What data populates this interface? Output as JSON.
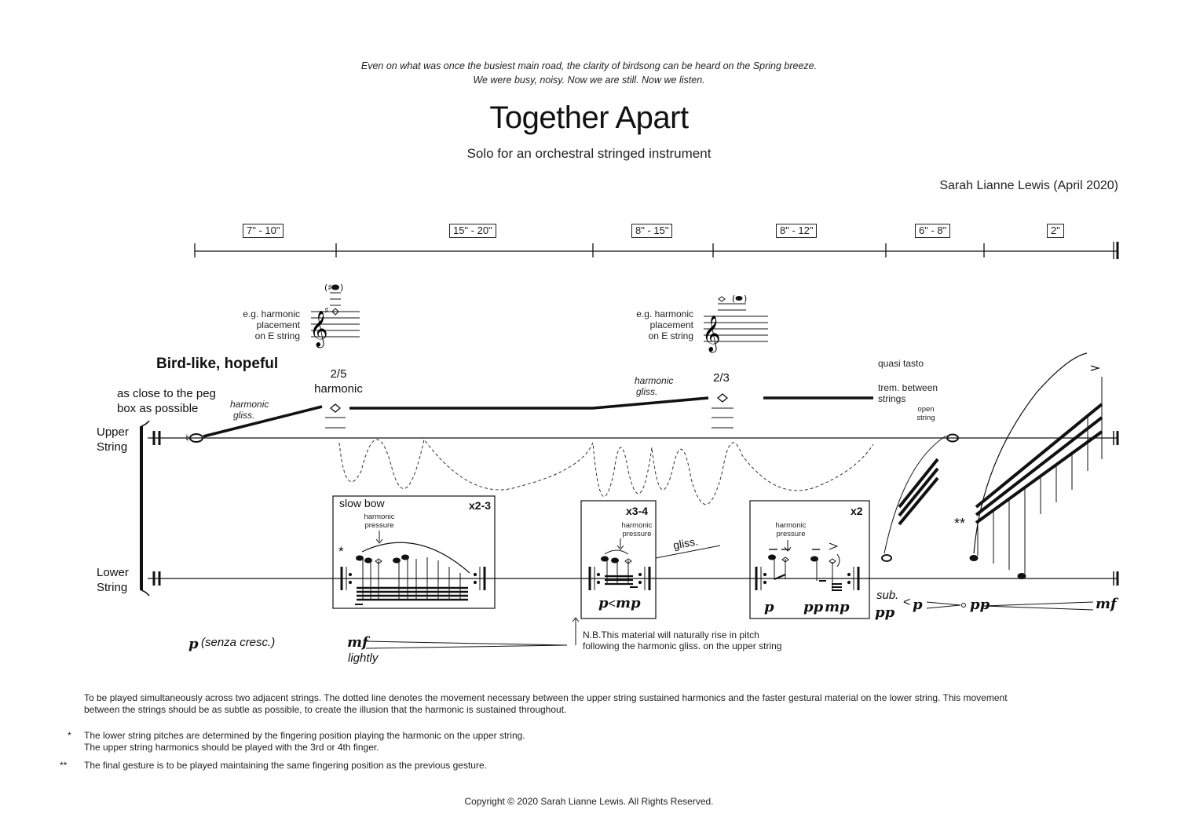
{
  "epigraph": {
    "line1": "Even on what was once the busiest main road, the clarity of birdsong can be heard on the Spring breeze.",
    "line2": "We were busy, noisy.  Now we are still.  Now we listen."
  },
  "title": "Together Apart",
  "subtitle": "Solo for an orchestral stringed instrument",
  "composer": "Sarah Lianne Lewis (April 2020)",
  "durations": [
    "7\" - 10\"",
    "15\" - 20\"",
    "8\" - 15\"",
    "8\" - 12\"",
    "6\" - 8\"",
    "2\""
  ],
  "harmonic_example": {
    "line1": "e.g. harmonic",
    "line2": "placement",
    "line3": "on E string"
  },
  "tempo_marking": "Bird-like, hopeful",
  "peg_instruction": {
    "line1": "as close to the peg",
    "line2": "box as possible"
  },
  "harmonic_gliss": {
    "line1": "harmonic",
    "line2": "gliss."
  },
  "harmonic_25": {
    "ratio": "2/5",
    "word": "harmonic"
  },
  "harmonic_23": "2/3",
  "quasi_tasto": "quasi tasto",
  "trem": {
    "line1": "trem. between",
    "line2": "strings"
  },
  "open_string": {
    "line1": "open",
    "line2": "string"
  },
  "staff_labels": {
    "upper": {
      "line1": "Upper",
      "line2": "String"
    },
    "lower": {
      "line1": "Lower",
      "line2": "String"
    }
  },
  "box1": {
    "title": "slow bow",
    "repeat": "x2-3",
    "pressure1": "harmonic",
    "pressure2": "pressure",
    "asterisk": "*"
  },
  "box2": {
    "repeat": "x3-4",
    "pressure1": "harmonic",
    "pressure2": "pressure",
    "dyn1": "p",
    "cresc": "<",
    "dyn2": "mp"
  },
  "gliss": "gliss.",
  "box3": {
    "repeat": "x2",
    "pressure1": "harmonic",
    "pressure2": "pressure",
    "dyn1": "p",
    "dyn2": "pp",
    "dyn3": "mp"
  },
  "final_dynamics": {
    "sub": "sub.",
    "pp1": "pp",
    "cresc": "<",
    "p": "p",
    "pp2": "pp",
    "mf": "mf"
  },
  "double_asterisk": "**",
  "dyn_p": "p",
  "senza_cresc": "(senza cresc.)",
  "dyn_mf": "mf",
  "lightly": "lightly",
  "nb_note": {
    "line1": "N.B.This material will naturally rise in pitch",
    "line2": "following the harmonic gliss. on the upper string"
  },
  "performance_note": {
    "line1": "To be played simultaneously across two adjacent strings.  The dotted line denotes the movement necessary between the upper string sustained harmonics and the faster gestural material on the lower string.  This movement",
    "line2": "between the strings should be as subtle as possible, to create the illusion that the harmonic is sustained throughout."
  },
  "footnote1": {
    "mark": "*",
    "line1": "The lower string pitches are determined by the fingering position playing the harmonic on the upper string.",
    "line2": "The upper string harmonics should be played with the 3rd or 4th finger."
  },
  "footnote2": {
    "mark": "**",
    "line1": "The final gesture is to be played maintaining the same fingering position as the previous gesture."
  },
  "copyright": "Copyright © 2020 Sarah Lianne Lewis.  All Rights Reserved."
}
